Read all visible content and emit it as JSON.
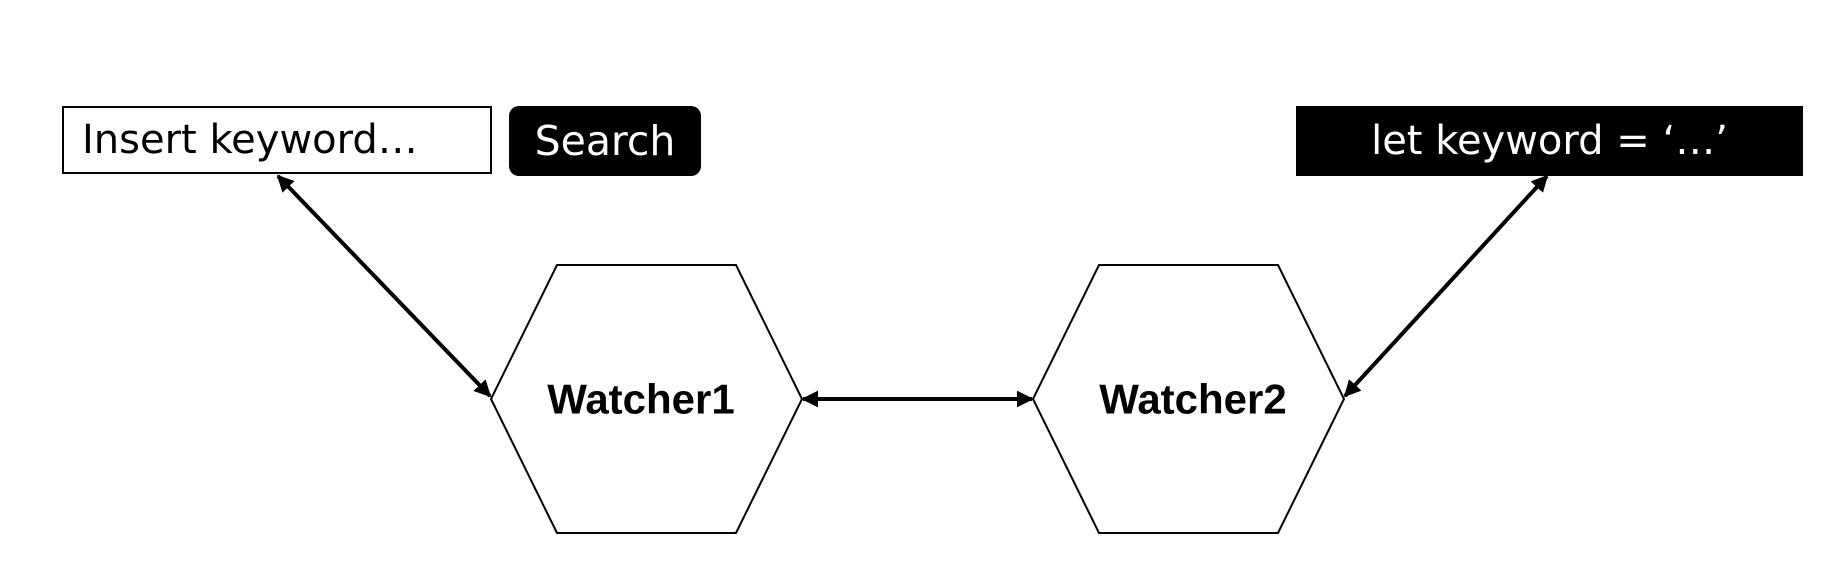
{
  "search": {
    "placeholder": "Insert keyword…",
    "button_label": "Search"
  },
  "code_box": {
    "text": "let keyword = ‘…’"
  },
  "watchers": [
    {
      "label": "Watcher1"
    },
    {
      "label": "Watcher2"
    }
  ],
  "connections": [
    {
      "from": "search-input",
      "to": "Watcher1",
      "direction": "bidirectional"
    },
    {
      "from": "Watcher1",
      "to": "Watcher2",
      "direction": "bidirectional"
    },
    {
      "from": "Watcher2",
      "to": "code-box",
      "direction": "bidirectional"
    }
  ],
  "colors": {
    "stroke": "#000000",
    "fill_dark": "#000000",
    "text_light": "#ffffff",
    "background": "#ffffff"
  }
}
